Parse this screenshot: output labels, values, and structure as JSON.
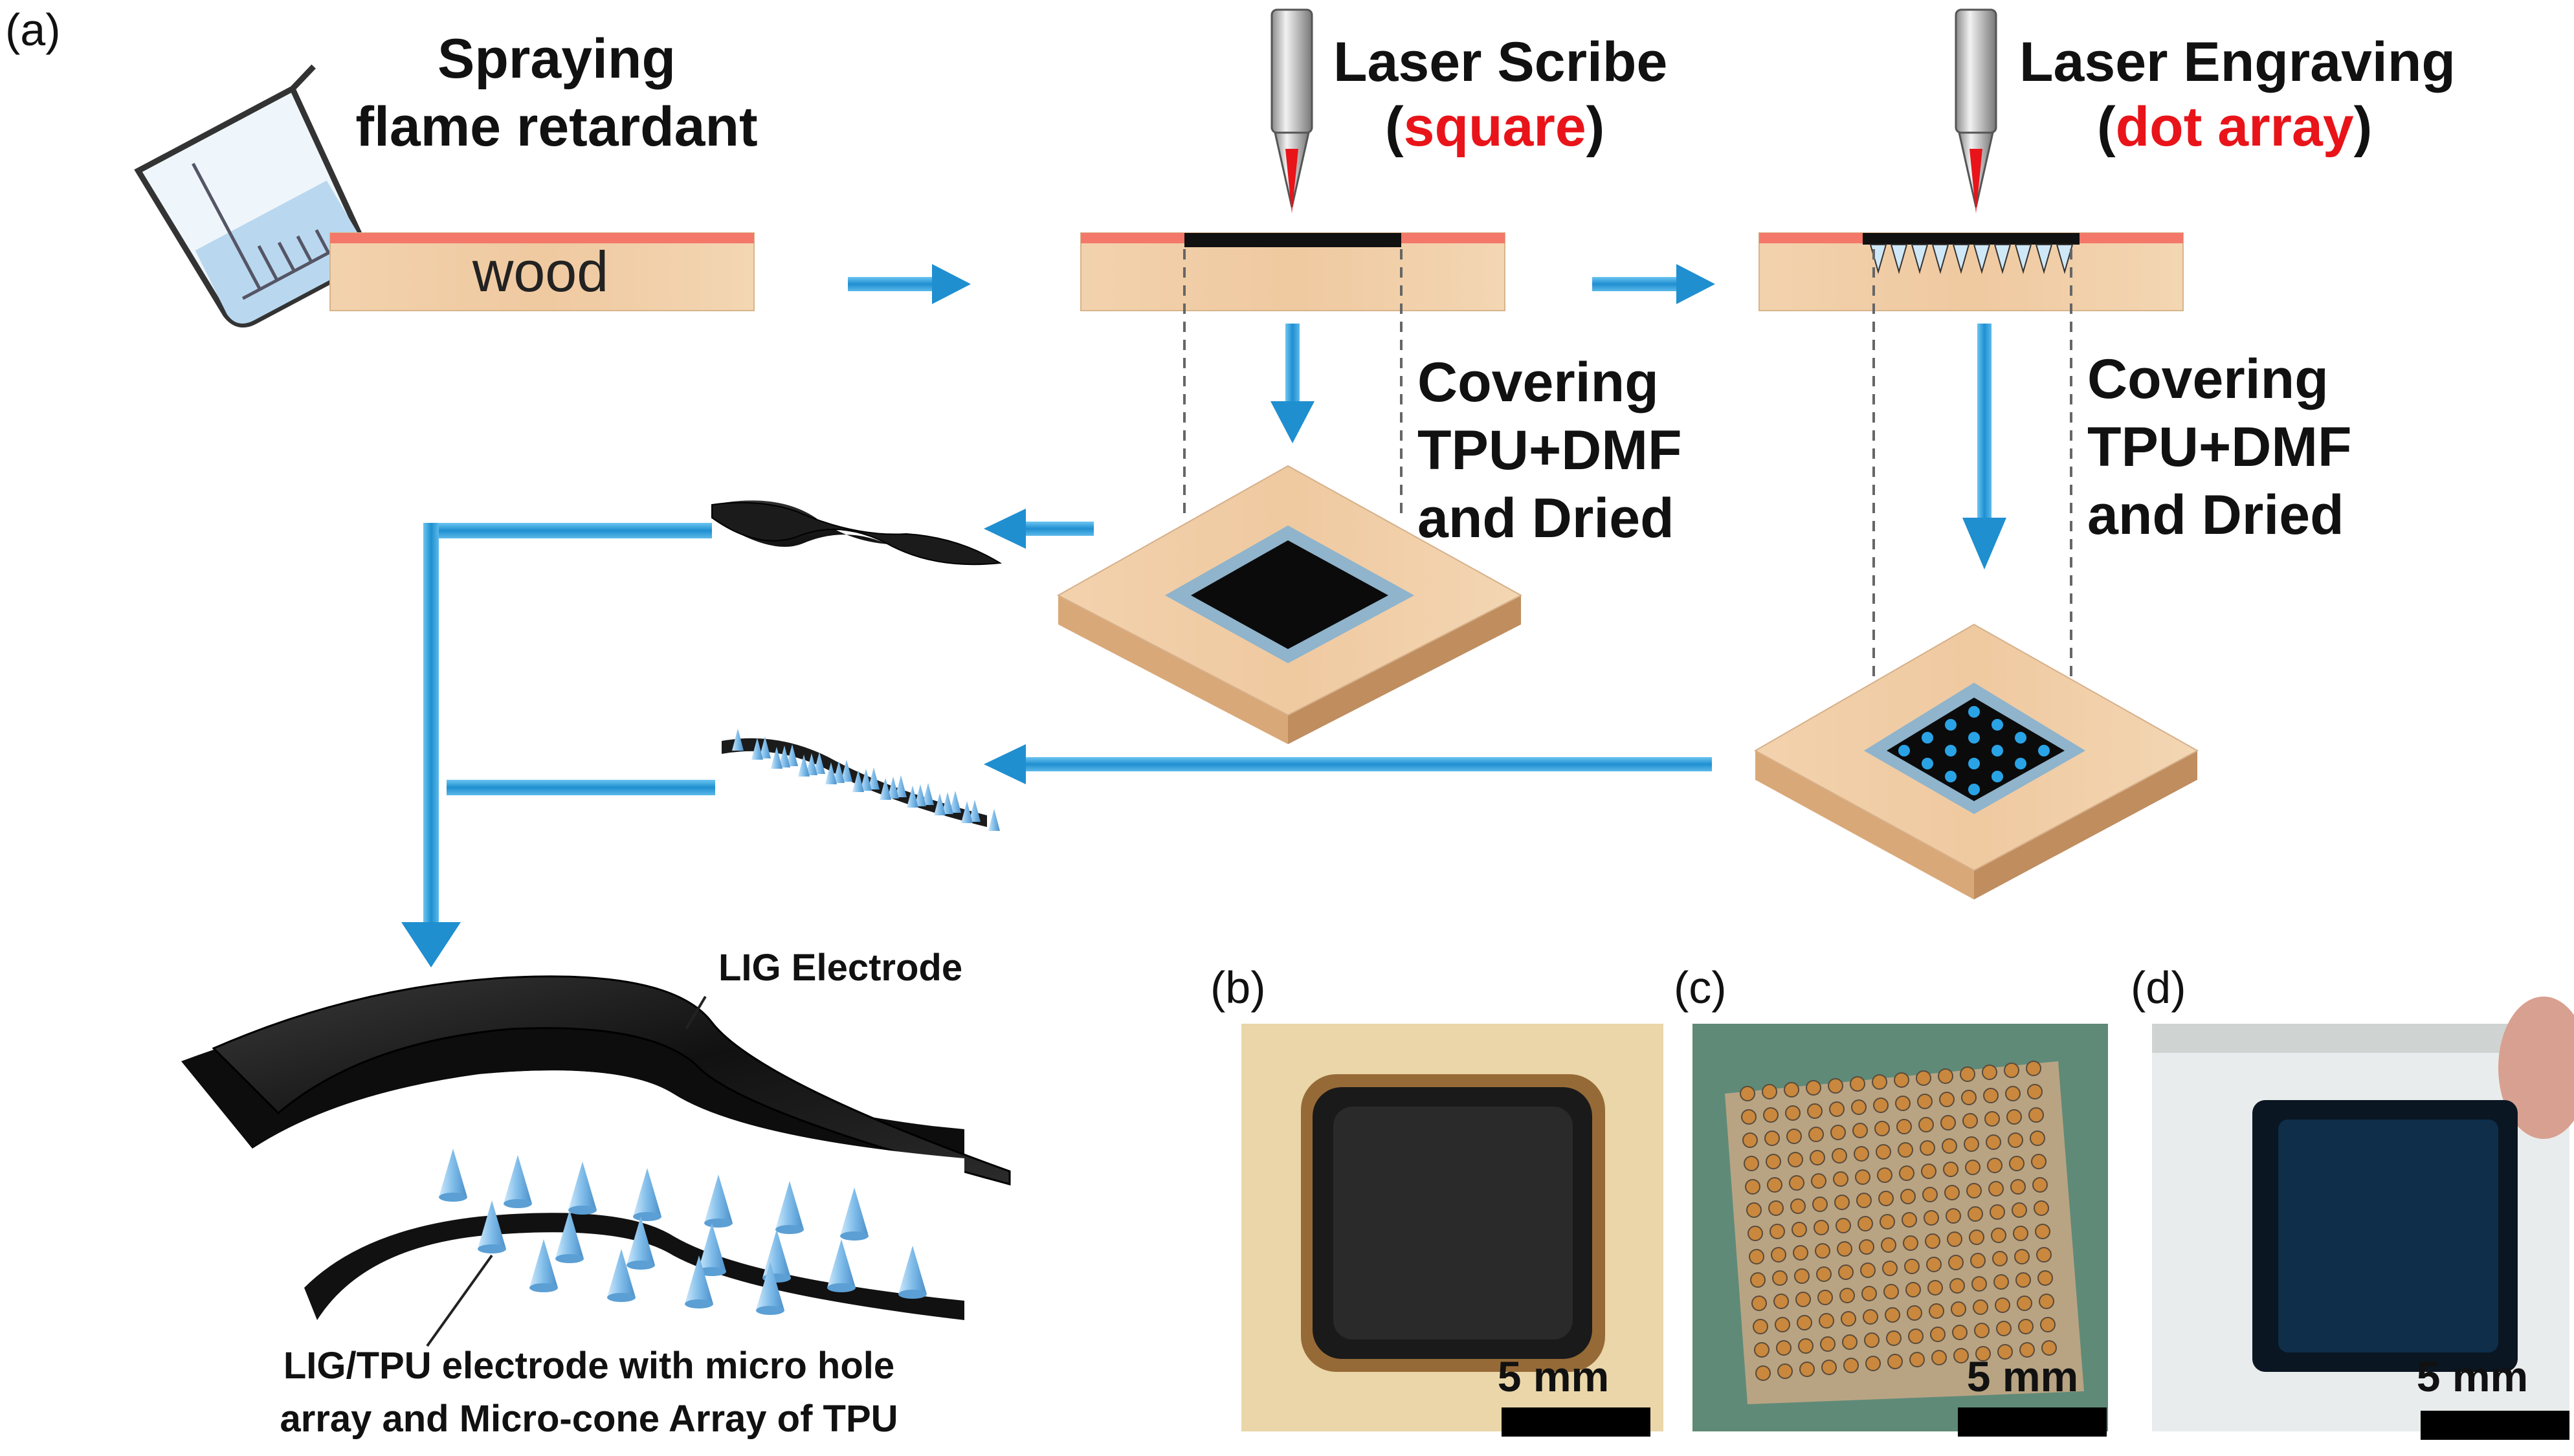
{
  "panels": {
    "a": "(a)",
    "b": "(b)",
    "c": "(c)",
    "d": "(d)"
  },
  "steps": {
    "spraying_line1": "Spraying",
    "spraying_line2": "flame retardant",
    "wood": "wood",
    "scribe_title": "Laser Scribe",
    "scribe_open": "(",
    "scribe_mode": "square",
    "scribe_close": ")",
    "engrave_title": "Laser Engraving",
    "engrave_open": "(",
    "engrave_mode": "dot array",
    "engrave_close": ")",
    "cover1_line1": "Covering",
    "cover1_line2": "TPU+DMF",
    "cover1_line3": "and Dried",
    "cover2_line1": "Covering",
    "cover2_line2": "TPU+DMF",
    "cover2_line3": "and Dried"
  },
  "device": {
    "top_label": "LIG Electrode",
    "bottom_line1": "LIG/TPU electrode with micro hole",
    "bottom_line2": "array and Micro-cone Array of TPU"
  },
  "scale_bars": {
    "b": "5 mm",
    "c": "5 mm",
    "d": "5 mm"
  },
  "colors": {
    "wood": "#f0cda5",
    "flame_retardant": "#f4786a",
    "arrow": "#2a9fdc",
    "tpu": "#8fb4cc",
    "cone": "#8ec5f0",
    "accent_red": "#e8141a"
  }
}
